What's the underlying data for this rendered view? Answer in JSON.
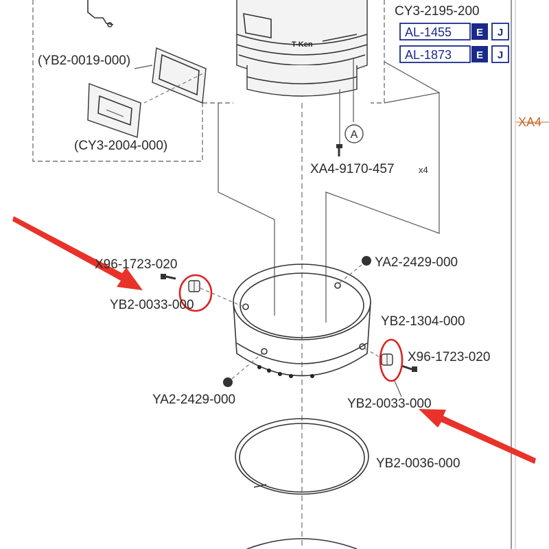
{
  "labels": {
    "cy3_2195_200": "CY3-2195-200",
    "yb2_0019_000": "(YB2-0019-000)",
    "cy3_2004_000": "(CY3-2004-000)",
    "xa4_9170_457": "XA4-9170-457",
    "xa4_qty": "x4",
    "circle_a": "A",
    "x96_1723_020_left": "X96-1723-020",
    "yb2_0033_000_left": "YB2-0033-000",
    "ya2_2429_000_top": "YA2-2429-000",
    "yb2_1304_000": "YB2-1304-000",
    "x96_1723_020_right": "X96-1723-020",
    "ya2_2429_000_bottom": "YA2-2429-000",
    "yb2_0033_000_right": "YB2-0033-000",
    "yb2_0036_000": "YB2-0036-000",
    "xa4_cut": "XA4"
  },
  "ref_boxes": [
    {
      "code": "AL-1455",
      "e": "E",
      "j": "J"
    },
    {
      "code": "AL-1873",
      "e": "E",
      "j": "J"
    }
  ],
  "colors": {
    "arrow": "#e8322a",
    "highlight_ring": "#e02020",
    "ref_box": "#1a2a8a",
    "cut_label": "#c0692a"
  }
}
